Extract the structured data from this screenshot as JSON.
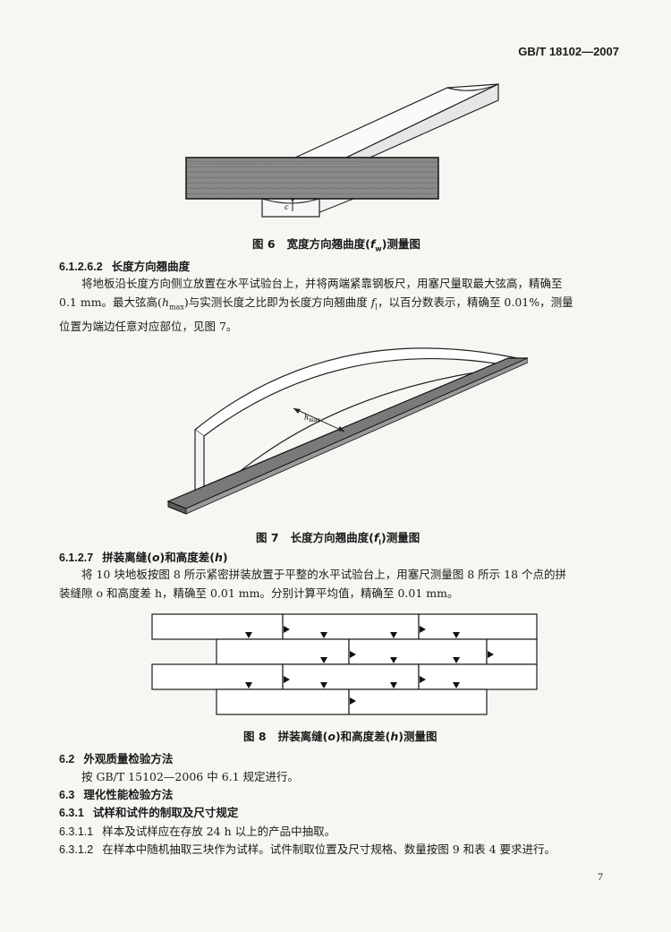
{
  "header": {
    "standard": "GB/T 18102—2007"
  },
  "fig6": {
    "label": "图 6",
    "caption_pre": "宽度方向翘曲度(",
    "symbol": "f",
    "sub": "w",
    "caption_post": ")测量图",
    "mark": "c"
  },
  "sec_6_1_2_6_2": {
    "num": "6.1.2.6.2",
    "title": "长度方向翘曲度",
    "p1": "将地板沿长度方向侧立放置在水平试验台上，并将两端紧靠钢板尺，用塞尺量取最大弦高，精确至",
    "p2_a": "0.1 mm。最大弦高(",
    "p2_h": "h",
    "p2_hsub": "max",
    "p2_b": ")与实测长度之比即为长度方向翘曲度 ",
    "p2_f": "f",
    "p2_fsub": "l",
    "p2_c": "，以百分数表示，精确至 0.01%，测量",
    "p3": "位置为端边任意对应部位，见图 7。"
  },
  "fig7": {
    "label": "图 7",
    "caption_pre": "长度方向翘曲度(",
    "symbol": "f",
    "sub": "l",
    "caption_post": ")测量图",
    "hmax": "h",
    "hmax_sub": "max"
  },
  "sec_6_1_2_7": {
    "num": "6.1.2.7",
    "title_a": "拼装离缝(",
    "o": "o",
    "title_b": ")和高度差(",
    "h": "h",
    "title_c": ")",
    "p1": "将 10 块地板按图 8 所示紧密拼装放置于平整的水平试验台上，用塞尺测量图 8 所示 18 个点的拼",
    "p2": "装缝隙 o 和高度差 h，精确至 0.01 mm。分别计算平均值，精确至 0.01 mm。"
  },
  "fig8": {
    "label": "图 8",
    "caption_a": "拼装离缝(",
    "o": "o",
    "caption_b": ")和高度差(",
    "h": "h",
    "caption_c": ")测量图"
  },
  "sec_6_2": {
    "num": "6.2",
    "title": "外观质量检验方法",
    "p": "按 GB/T 15102—2006 中 6.1 规定进行。"
  },
  "sec_6_3": {
    "num": "6.3",
    "title": "理化性能检验方法"
  },
  "sec_6_3_1": {
    "num": "6.3.1",
    "title": "试样和试件的制取及尺寸规定"
  },
  "sec_6_3_1_1": {
    "num": "6.3.1.1",
    "text": "样本及试样应在存放 24 h 以上的产品中抽取。"
  },
  "sec_6_3_1_2": {
    "num": "6.3.1.2",
    "text": "在样本中随机抽取三块作为试样。试件制取位置及尺寸规格、数量按图 9 和表 4 要求进行。"
  },
  "footer": {
    "page": "7"
  }
}
